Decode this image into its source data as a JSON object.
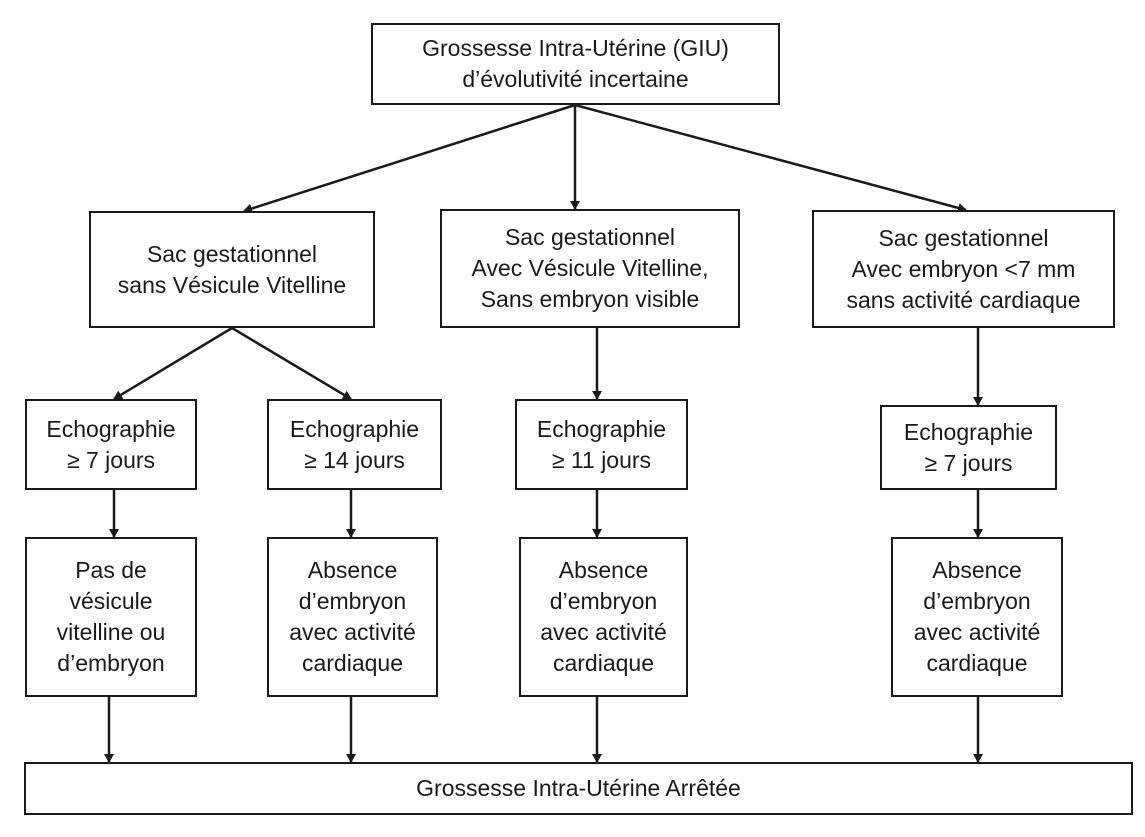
{
  "root": {
    "line1": "Grossesse Intra-Utérine (GIU)",
    "line2": "d’évolutivité incertaine"
  },
  "sac_sans_vv": {
    "line1": "Sac gestationnel",
    "line2": "sans Vésicule Vitelline"
  },
  "sac_avec_vv": {
    "line1": "Sac gestationnel",
    "line2": "Avec Vésicule Vitelline,",
    "line3": "Sans embryon visible"
  },
  "sac_embryon": {
    "line1": "Sac gestationnel",
    "line2": "Avec embryon <7 mm",
    "line3": "sans activité cardiaque"
  },
  "echo_7_a": {
    "line1": "Echographie",
    "line2": "≥ 7 jours"
  },
  "echo_14": {
    "line1": "Echographie",
    "line2": "≥ 14 jours"
  },
  "echo_11": {
    "line1": "Echographie",
    "line2": "≥ 11 jours"
  },
  "echo_7_b": {
    "line1": "Echographie",
    "line2": "≥ 7 jours"
  },
  "result_a": {
    "line1": "Pas de",
    "line2": "vésicule",
    "line3": "vitelline ou",
    "line4": "d’embryon"
  },
  "result_b": {
    "line1": "Absence",
    "line2": "d’embryon",
    "line3": "avec activité",
    "line4": "cardiaque"
  },
  "result_c": {
    "line1": "Absence",
    "line2": "d’embryon",
    "line3": "avec activité",
    "line4": "cardiaque"
  },
  "result_d": {
    "line1": "Absence",
    "line2": "d’embryon",
    "line3": "avec activité",
    "line4": "cardiaque"
  },
  "final": {
    "line1": "Grossesse Intra-Utérine Arrêtée"
  }
}
